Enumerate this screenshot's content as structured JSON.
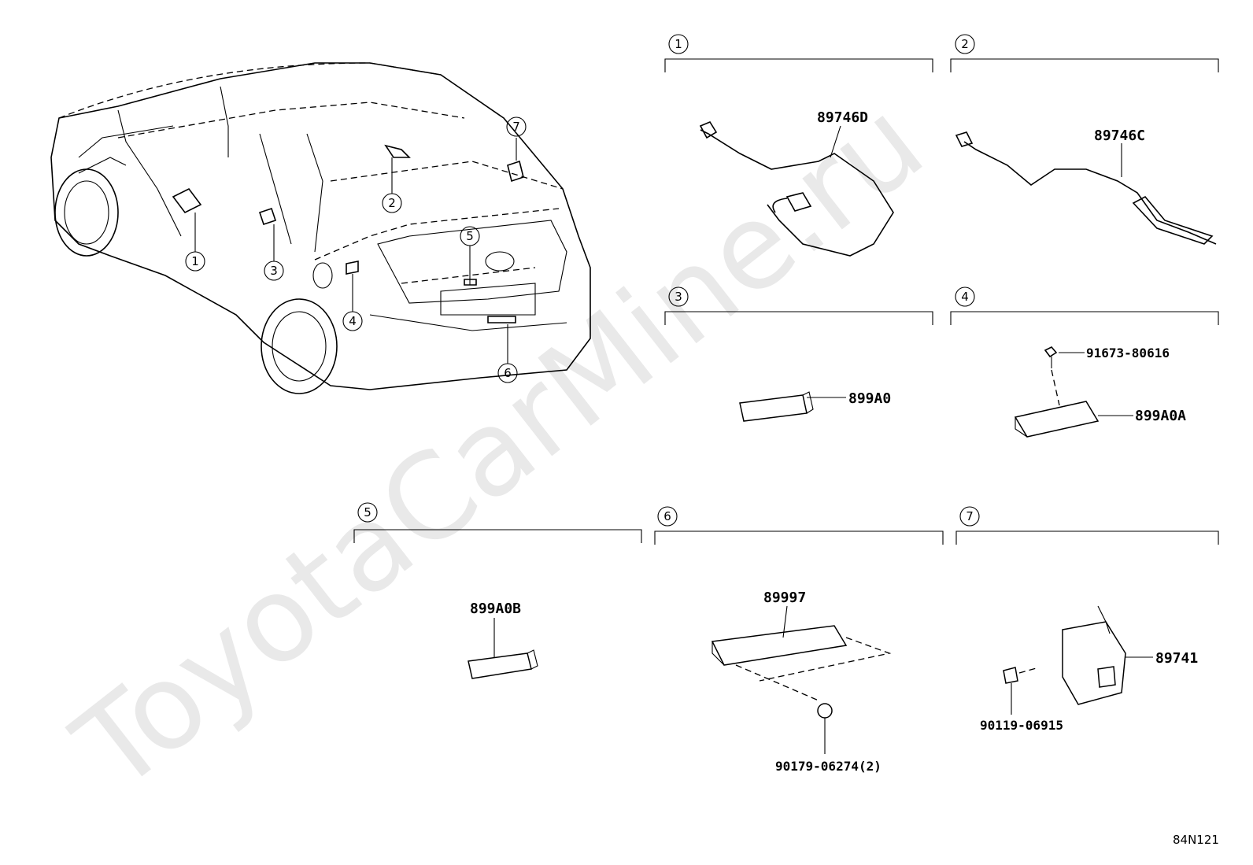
{
  "watermark": "ToyotaCarMine.ru",
  "diagram_ref": "84N121",
  "car_callouts": [
    "1",
    "2",
    "3",
    "4",
    "5",
    "6",
    "7"
  ],
  "groups": [
    {
      "id": "1",
      "parts": [
        "89746D"
      ]
    },
    {
      "id": "2",
      "parts": [
        "89746C"
      ]
    },
    {
      "id": "3",
      "parts": [
        "899A0"
      ]
    },
    {
      "id": "4",
      "parts": [
        "91673-80616",
        "899A0A"
      ]
    },
    {
      "id": "5",
      "parts": [
        "899A0B"
      ]
    },
    {
      "id": "6",
      "parts": [
        "89997",
        "90179-06274(2)"
      ]
    },
    {
      "id": "7",
      "parts": [
        "89741",
        "90119-06915"
      ]
    }
  ]
}
